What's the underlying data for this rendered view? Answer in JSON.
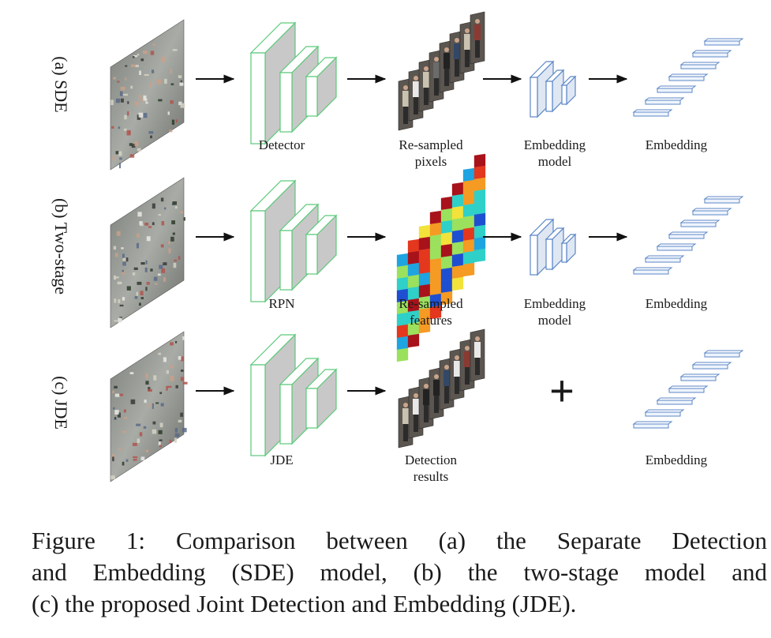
{
  "rows": [
    {
      "row_label": "(a) SDE",
      "labels": {
        "net": "Detector",
        "mid": [
          "Re-sampled",
          "pixels"
        ],
        "emb_model": [
          "Embedding",
          "model"
        ],
        "embedding": "Embedding"
      }
    },
    {
      "row_label": "(b) Two-stage",
      "labels": {
        "net": "RPN",
        "mid": [
          "Re-sampled",
          "features"
        ],
        "emb_model": [
          "Embedding",
          "model"
        ],
        "embedding": "Embedding"
      }
    },
    {
      "row_label": "(c) JDE",
      "labels": {
        "net": "JDE",
        "mid": [
          "Detection",
          "results"
        ],
        "plus_symbol": "+",
        "embedding": "Embedding"
      }
    }
  ],
  "caption": {
    "line1": "Figure 1: Comparison between (a) the Separate Detection",
    "line2": "and Embedding (SDE) model, (b) the two-stage model and",
    "line3": "(c) the proposed Joint Detection and Embedding (JDE)."
  },
  "colors": {
    "detector_stroke": "#5cc97a",
    "detector_fill": "#c8c8c8",
    "embedding_stroke": "#5b86c7",
    "embedding_fill": "#eef4fc",
    "arrow": "#111111"
  }
}
